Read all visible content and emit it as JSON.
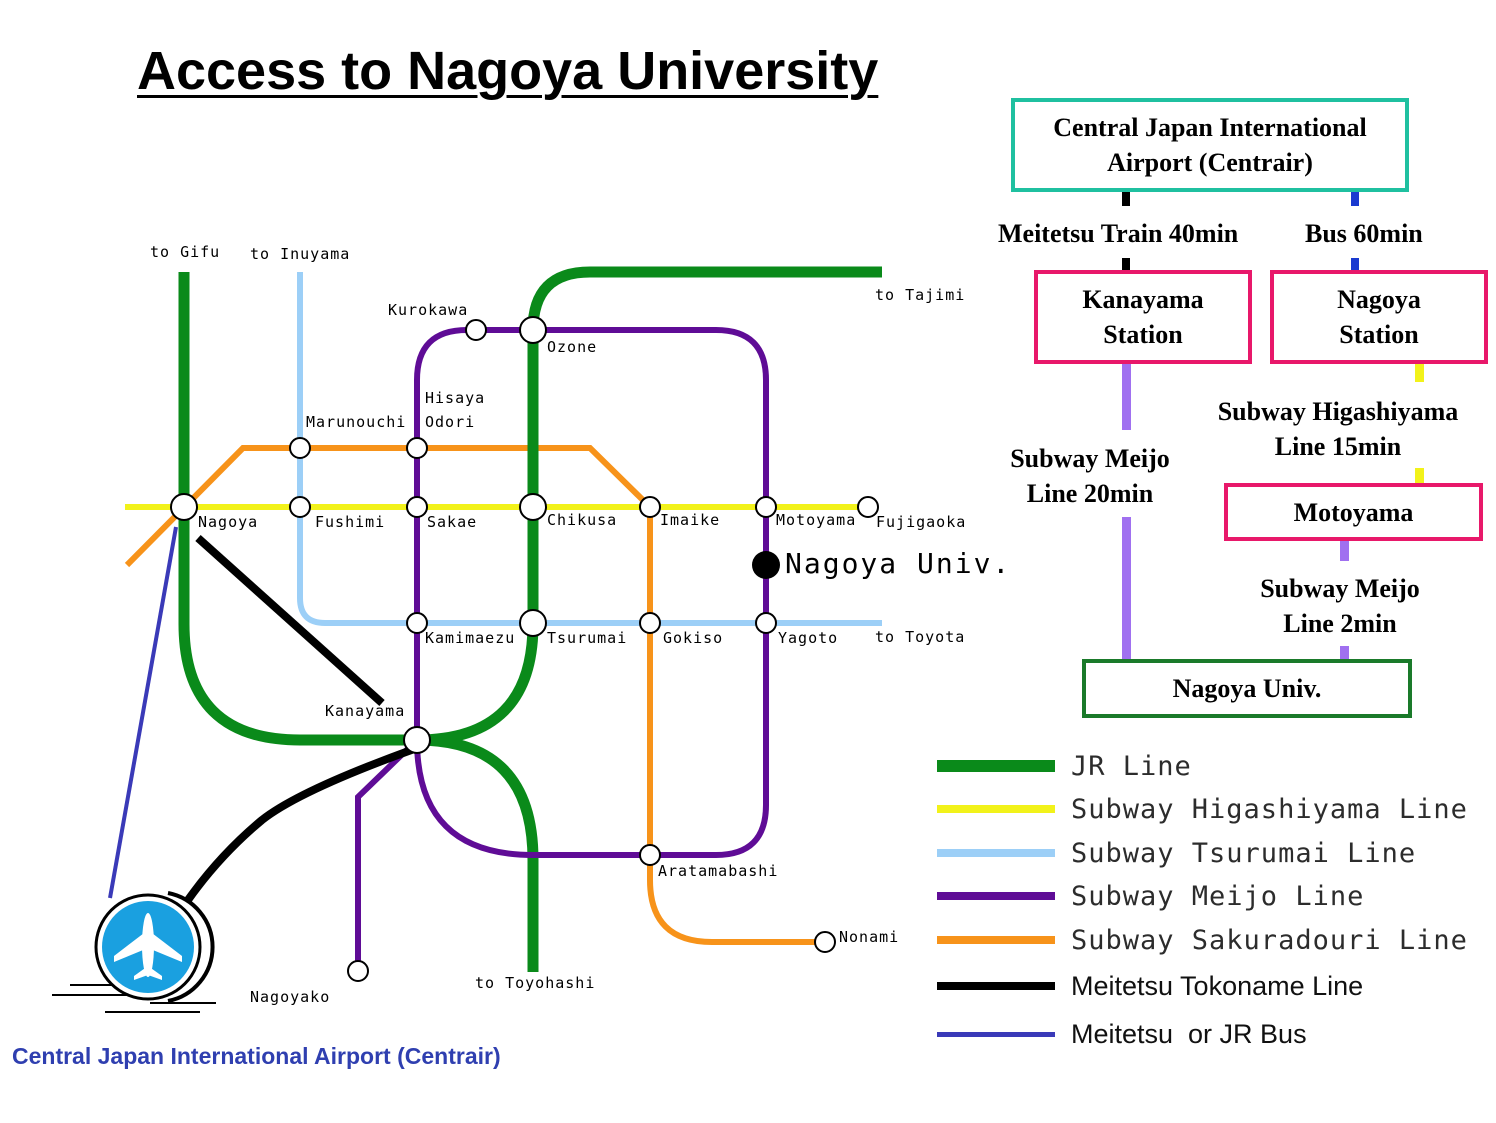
{
  "title": "Access to Nagoya University",
  "map": {
    "directions": {
      "to_gifu": "to Gifu",
      "to_inuyama": "to Inuyama",
      "to_tajimi": "to Tajimi",
      "to_toyota": "to Toyota",
      "to_toyohashi": "to Toyohashi"
    },
    "stations": {
      "kurokawa": "Kurokawa",
      "ozone": "Ozone",
      "hisaya_odori_1": "Hisaya",
      "hisaya_odori_2": "Odori",
      "marunouchi": "Marunouchi",
      "nagoya": "Nagoya",
      "fushimi": "Fushimi",
      "sakae": "Sakae",
      "chikusa": "Chikusa",
      "imaike": "Imaike",
      "motoyama": "Motoyama",
      "fujigaoka": "Fujigaoka",
      "kamimaezu": "Kamimaezu",
      "tsurumai": "Tsurumai",
      "gokiso": "Gokiso",
      "yagoto": "Yagoto",
      "kanayama": "Kanayama",
      "aratamabashi": "Aratamabashi",
      "nonami": "Nonami",
      "nagoyako": "Nagoyako"
    },
    "university_marker": "Nagoya Univ.",
    "airport_caption": "Central Japan International Airport (Centrair)",
    "airport_icon": "airplane-icon"
  },
  "route_guide": {
    "airport_box": [
      "Central Japan International",
      "Airport (Centrair)"
    ],
    "meitetsu_train": "Meitetsu Train 40min",
    "bus": "Bus 60min",
    "kanayama_box": [
      "Kanayama",
      "Station"
    ],
    "nagoya_box": [
      "Nagoya",
      "Station"
    ],
    "higashiyama_leg": [
      "Subway Higashiyama",
      "Line 15min"
    ],
    "meijo_20": [
      "Subway Meijo",
      "Line 20min"
    ],
    "motoyama_box": "Motoyama",
    "meijo_2": [
      "Subway Meijo",
      "Line 2min"
    ],
    "univ_box": "Nagoya Univ."
  },
  "legend": [
    {
      "label": "JR Line",
      "color": "#0a8a1a"
    },
    {
      "label": "Subway Higashiyama Line",
      "color": "#f2f21a"
    },
    {
      "label": "Subway Tsurumai Line",
      "color": "#9ccff7"
    },
    {
      "label": "Subway Meijo Line",
      "color": "#5f0c96"
    },
    {
      "label": "Subway Sakuradouri Line",
      "color": "#f7931a"
    },
    {
      "label": "Meitetsu Tokoname Line",
      "color": "#000000"
    },
    {
      "label": "Meitetsu  or JR Bus",
      "color": "#3a3ab8"
    }
  ],
  "colors": {
    "jr": "#0a8a1a",
    "higashiyama": "#f2f21a",
    "tsurumai": "#9ccff7",
    "meijo": "#5f0c96",
    "sakuradouri": "#f7931a",
    "meitetsu": "#000000",
    "bus": "#3a3ab8",
    "teal_box": "#1fc0a0",
    "pink_box": "#e8186a",
    "green_box": "#1a7a2a",
    "guide_meijo": "#a070f0",
    "guide_bus": "#1a3ad0",
    "airport_blue": "#1aa0e0"
  }
}
